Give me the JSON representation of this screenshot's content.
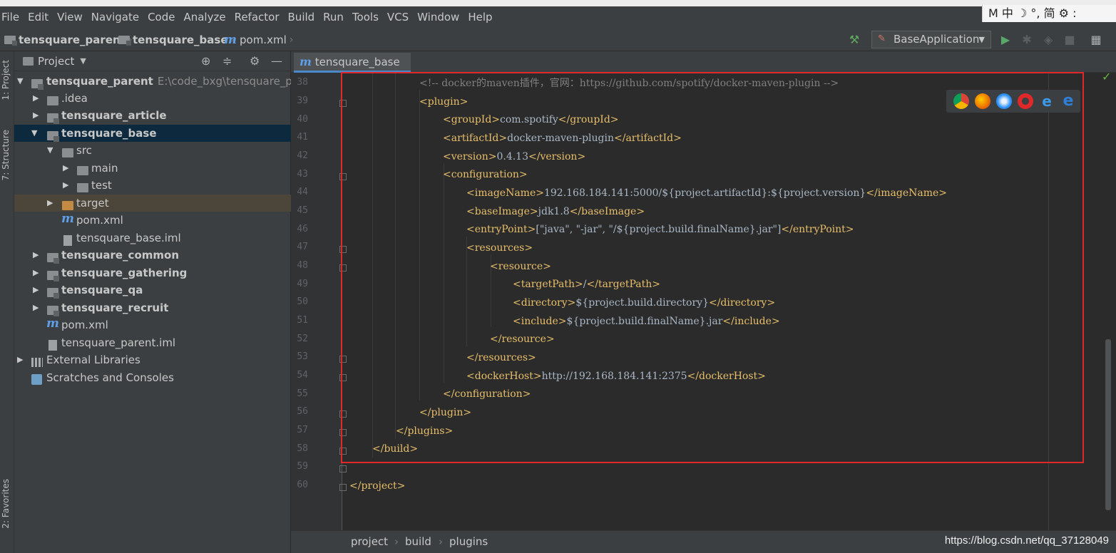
{
  "menubar": {
    "items": [
      "File",
      "Edit",
      "View",
      "Navigate",
      "Code",
      "Analyze",
      "Refactor",
      "Build",
      "Run",
      "Tools",
      "VCS",
      "Window",
      "Help"
    ],
    "ime_text": "M 中 ☽ °, 简 ⚙ :"
  },
  "navbar": {
    "crumb_parent": "tensquare_parent",
    "crumb_module": "tensquare_base",
    "crumb_file": "pom.xml",
    "run_config": "BaseApplication"
  },
  "sidetabs": {
    "project": "1: Project",
    "structure": "7: Structure",
    "favorites": "2: Favorites"
  },
  "project_panel": {
    "title": "Project",
    "tree": [
      {
        "label": "tensquare_parent",
        "path": "E:\\code_bxg\\tensquare_parent"
      },
      {
        "label": ".idea"
      },
      {
        "label": "tensquare_article"
      },
      {
        "label": "tensquare_base"
      },
      {
        "label": "src"
      },
      {
        "label": "main"
      },
      {
        "label": "test"
      },
      {
        "label": "target"
      },
      {
        "label": "pom.xml"
      },
      {
        "label": "tensquare_base.iml"
      },
      {
        "label": "tensquare_common"
      },
      {
        "label": "tensquare_gathering"
      },
      {
        "label": "tensquare_qa"
      },
      {
        "label": "tensquare_recruit"
      },
      {
        "label": "pom.xml"
      },
      {
        "label": "tensquare_parent.iml"
      },
      {
        "label": "External Libraries"
      },
      {
        "label": "Scratches and Consoles"
      }
    ]
  },
  "editor": {
    "tab": "tensquare_base",
    "line_numbers": [
      "38",
      "39",
      "40",
      "41",
      "42",
      "43",
      "44",
      "45",
      "46",
      "47",
      "48",
      "49",
      "50",
      "51",
      "52",
      "53",
      "54",
      "55",
      "56",
      "57",
      "58",
      "59",
      "60"
    ],
    "lines": {
      "l38": "<!-- docker的maven插件，官网：https://github.com/spotify/docker-maven-plugin -->",
      "l39o": "<plugin>",
      "l40o": "<groupId>",
      "l40t": "com.spotify",
      "l40c": "</groupId>",
      "l41o": "<artifactId>",
      "l41t": "docker-maven-plugin",
      "l41c": "</artifactId>",
      "l42o": "<version>",
      "l42t": "0.4.13",
      "l42c": "</version>",
      "l43o": "<configuration>",
      "l44o": "<imageName>",
      "l44t": "192.168.184.141:5000/${project.artifactId}:${project.version}",
      "l44c": "</imageName>",
      "l45o": "<baseImage>",
      "l45t": "jdk1.8",
      "l45c": "</baseImage>",
      "l46o": "<entryPoint>",
      "l46t": "[\"java\", \"-jar\", \"/${project.build.finalName}.jar\"]",
      "l46c": "</entryPoint>",
      "l47o": "<resources>",
      "l48o": "<resource>",
      "l49o": "<targetPath>",
      "l49t": "/",
      "l49c": "</targetPath>",
      "l50o": "<directory>",
      "l50t": "${project.build.directory}",
      "l50c": "</directory>",
      "l51o": "<include>",
      "l51t": "${project.build.finalName}.jar",
      "l51c": "</include>",
      "l52c": "</resource>",
      "l53c": "</resources>",
      "l54o": "<dockerHost>",
      "l54t": "http://192.168.184.141:2375",
      "l54c": "</dockerHost>",
      "l55c": "</configuration>",
      "l56c": "</plugin>",
      "l57c": "</plugins>",
      "l58c": "</build>",
      "l60c": "</project>"
    }
  },
  "statusbar": {
    "crumbs": [
      "project",
      "build",
      "plugins"
    ],
    "watermark": "https://blog.csdn.net/qq_37128049"
  },
  "colors": {
    "tag": "#e8bf6a",
    "text": "#a9b7c6",
    "comment": "#808080",
    "highlight_box": "#e0282a",
    "selection": "#0d293e"
  }
}
